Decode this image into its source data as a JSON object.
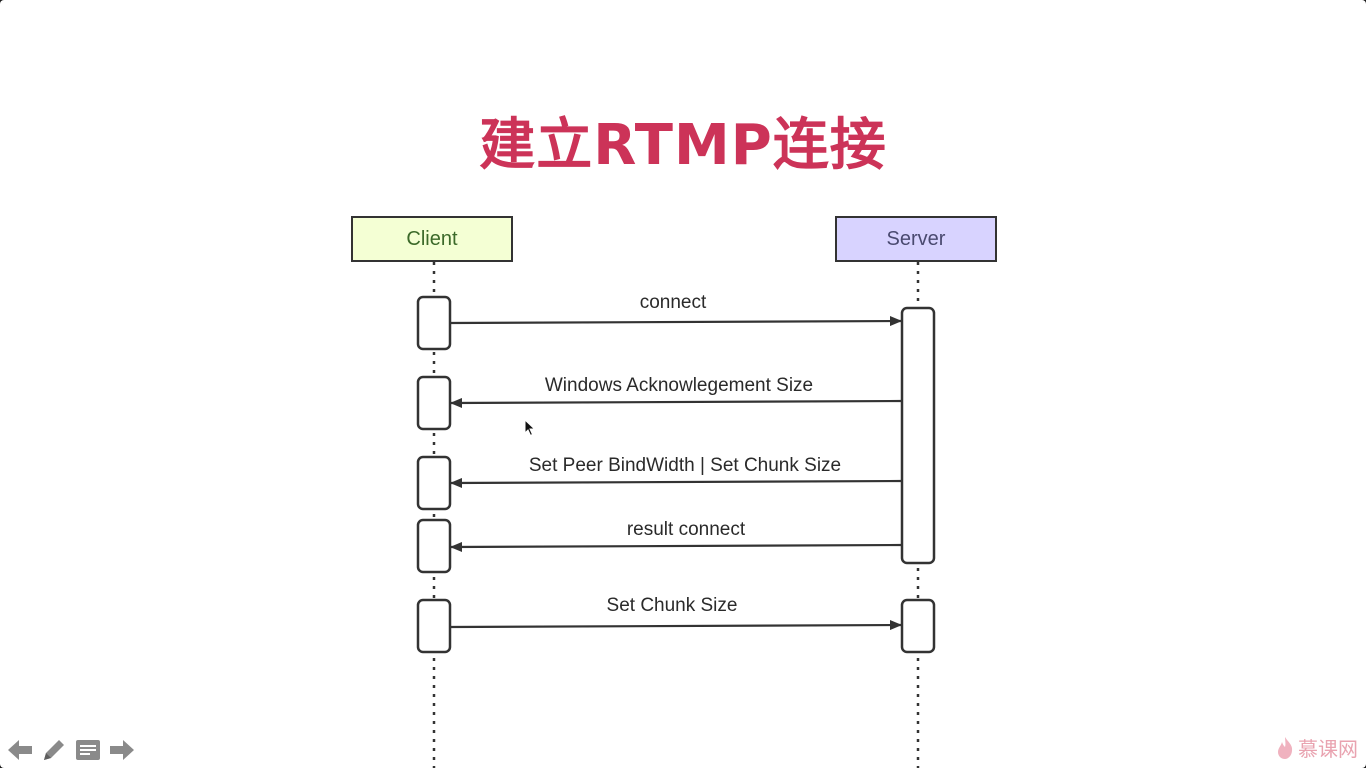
{
  "title": "建立RTMP连接",
  "colors": {
    "title": "#cc3358",
    "client_fill": "#f4ffd4",
    "server_fill": "#d8d3ff",
    "line": "#333333"
  },
  "participants": [
    {
      "id": "client",
      "label": "Client"
    },
    {
      "id": "server",
      "label": "Server"
    }
  ],
  "messages": [
    {
      "from": "client",
      "to": "server",
      "label": "connect"
    },
    {
      "from": "server",
      "to": "client",
      "label": "Windows Acknowlegement Size"
    },
    {
      "from": "server",
      "to": "client",
      "label": "Set Peer BindWidth | Set Chunk Size"
    },
    {
      "from": "server",
      "to": "client",
      "label": "result connect"
    },
    {
      "from": "client",
      "to": "server",
      "label": "Set Chunk Size"
    }
  ],
  "toolbar": {
    "icons": [
      "arrow-left-icon",
      "pencil-icon",
      "menu-icon",
      "arrow-right-icon"
    ]
  },
  "brand": {
    "text": "慕课网",
    "icon": "flame-icon"
  }
}
